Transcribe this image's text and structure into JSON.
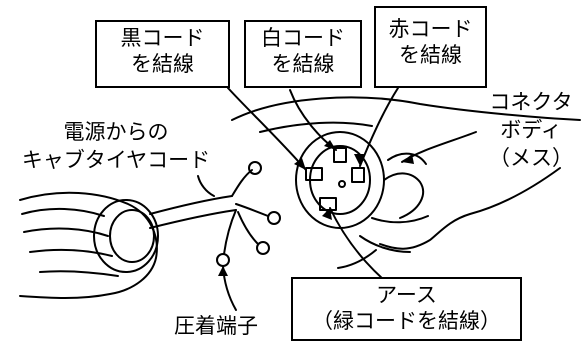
{
  "callouts": {
    "black": [
      "黒コード",
      "を結線"
    ],
    "white": [
      "白コード",
      "を結線"
    ],
    "red": [
      "赤コード",
      "を結線"
    ],
    "earth": [
      "アース",
      "（緑コードを結線）"
    ]
  },
  "labels": {
    "cable": [
      "電源からの",
      "キャブタイヤコード"
    ],
    "body": [
      "コネクタ",
      "ボディ",
      "（メス）"
    ],
    "terminal": "圧着端子"
  }
}
